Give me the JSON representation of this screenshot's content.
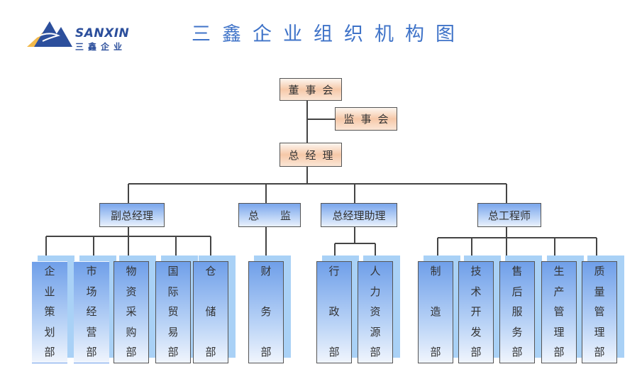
{
  "logo": {
    "brand_en": "SANXIN",
    "brand_cn": "三鑫企业",
    "colors": {
      "blue": "#2c4f9c",
      "gold": "#f2b94b"
    }
  },
  "title": "三鑫企业组织机构图",
  "colors": {
    "title": "#3f73c8",
    "orange_box": "#f6c8a8",
    "blue_box": "#7aa6ec",
    "dept_shadow": "#a9d1f6",
    "line": "#444444"
  },
  "top": {
    "board": "董事会",
    "supervisors": "监事会",
    "gm": "总经理"
  },
  "managers": [
    {
      "label": "副总经理",
      "departments": [
        {
          "label": "企业策划部",
          "chars": [
            "企",
            "业",
            "策",
            "划",
            "部"
          ]
        },
        {
          "label": "市场经营部",
          "chars": [
            "市",
            "场",
            "经",
            "营",
            "部"
          ]
        },
        {
          "label": "物资采购部",
          "chars": [
            "物",
            "资",
            "采",
            "购",
            "部"
          ]
        },
        {
          "label": "国际贸易部",
          "chars": [
            "国",
            "际",
            "贸",
            "易",
            "部"
          ]
        },
        {
          "label": "仓储部",
          "chars": [
            "仓",
            "储",
            "部"
          ]
        }
      ]
    },
    {
      "label": "总　　监",
      "departments": [
        {
          "label": "财务部",
          "chars": [
            "财",
            "务",
            "部"
          ]
        }
      ]
    },
    {
      "label": "总经理助理",
      "departments": [
        {
          "label": "行政部",
          "chars": [
            "行",
            "政",
            "部"
          ]
        },
        {
          "label": "人力资源部",
          "chars": [
            "人",
            "力",
            "资",
            "源",
            "部"
          ]
        }
      ]
    },
    {
      "label": "总工程师",
      "departments": [
        {
          "label": "制造部",
          "chars": [
            "制",
            "造",
            "部"
          ]
        },
        {
          "label": "技术开发部",
          "chars": [
            "技",
            "术",
            "开",
            "发",
            "部"
          ]
        },
        {
          "label": "售后服务部",
          "chars": [
            "售",
            "后",
            "服",
            "务",
            "部"
          ]
        },
        {
          "label": "生产管理部",
          "chars": [
            "生",
            "产",
            "管",
            "理",
            "部"
          ]
        },
        {
          "label": "质量管理部",
          "chars": [
            "质",
            "量",
            "管",
            "理",
            "部"
          ]
        }
      ]
    }
  ]
}
